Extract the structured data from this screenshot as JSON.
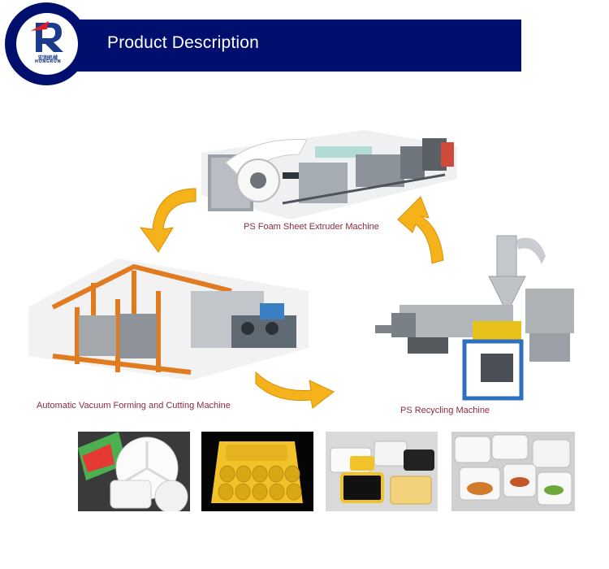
{
  "header": {
    "title": "Product Description",
    "logo_cn": "宏润机械",
    "logo_en": "HONGRUN"
  },
  "machines": {
    "extruder": "PS Foam Sheet Extruder Machine",
    "forming": "Automatic Vacuum Forming and Cutting Machine",
    "recycling": "PS Recycling Machine"
  },
  "colors": {
    "banner": "#000e6e",
    "caption": "#8a2b3a",
    "arrow": "#f6b21b"
  },
  "icons": [
    "curved-arrow-icon",
    "logo-icon"
  ]
}
